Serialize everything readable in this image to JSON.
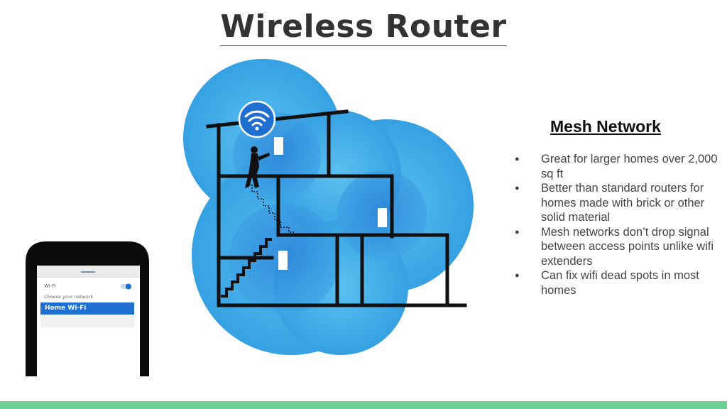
{
  "title": "Wireless Router",
  "phone": {
    "wifi_label": "Wi-Fi",
    "choose_label": "Choose your network",
    "selected_network": "Home Wi-Fi"
  },
  "mesh": {
    "heading": "Mesh Network",
    "bullets": [
      "Great for larger homes over 2,000 sq ft",
      "Better than standard routers for homes made with brick or other solid material",
      "Mesh networks don’t drop signal between access points unlike wifi extenders",
      "Can fix wifi dead spots in most homes"
    ]
  },
  "colors": {
    "title": "#333333",
    "blob": "#3aa6e4",
    "circle": "#2a84d4",
    "phone_highlight": "#1e6fd0",
    "footer": "#6ccf94"
  }
}
